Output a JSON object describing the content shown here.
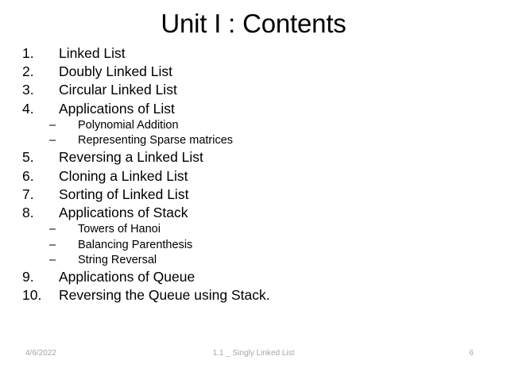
{
  "slide": {
    "title": "Unit I : Contents",
    "items": [
      {
        "level": 1,
        "marker": "1.",
        "text": "Linked List"
      },
      {
        "level": 1,
        "marker": "2.",
        "text": "Doubly Linked List"
      },
      {
        "level": 1,
        "marker": "3.",
        "text": "Circular Linked List"
      },
      {
        "level": 1,
        "marker": "4.",
        "text": "Applications of List"
      },
      {
        "level": 2,
        "marker": "–",
        "text": "Polynomial Addition"
      },
      {
        "level": 2,
        "marker": "–",
        "text": "Representing Sparse matrices"
      },
      {
        "level": 1,
        "marker": "5.",
        "text": "Reversing a Linked List"
      },
      {
        "level": 1,
        "marker": "6.",
        "text": "Cloning a Linked List"
      },
      {
        "level": 1,
        "marker": "7.",
        "text": "Sorting of Linked List"
      },
      {
        "level": 1,
        "marker": "8.",
        "text": "Applications of Stack"
      },
      {
        "level": 2,
        "marker": "–",
        "text": "Towers of Hanoi"
      },
      {
        "level": 2,
        "marker": "–",
        "text": "Balancing Parenthesis"
      },
      {
        "level": 2,
        "marker": "–",
        "text": "String Reversal"
      },
      {
        "level": 1,
        "marker": "9.",
        "text": "Applications of Queue"
      },
      {
        "level": 1,
        "marker": "10.",
        "text": "Reversing the Queue using Stack."
      }
    ],
    "footer": {
      "date": "4/6/2022",
      "center": "1.1 _ Singly Linked List",
      "page_number": "6"
    }
  },
  "colors": {
    "background": "#ffffff",
    "text": "#000000",
    "footer_text": "#a6a6a6"
  }
}
